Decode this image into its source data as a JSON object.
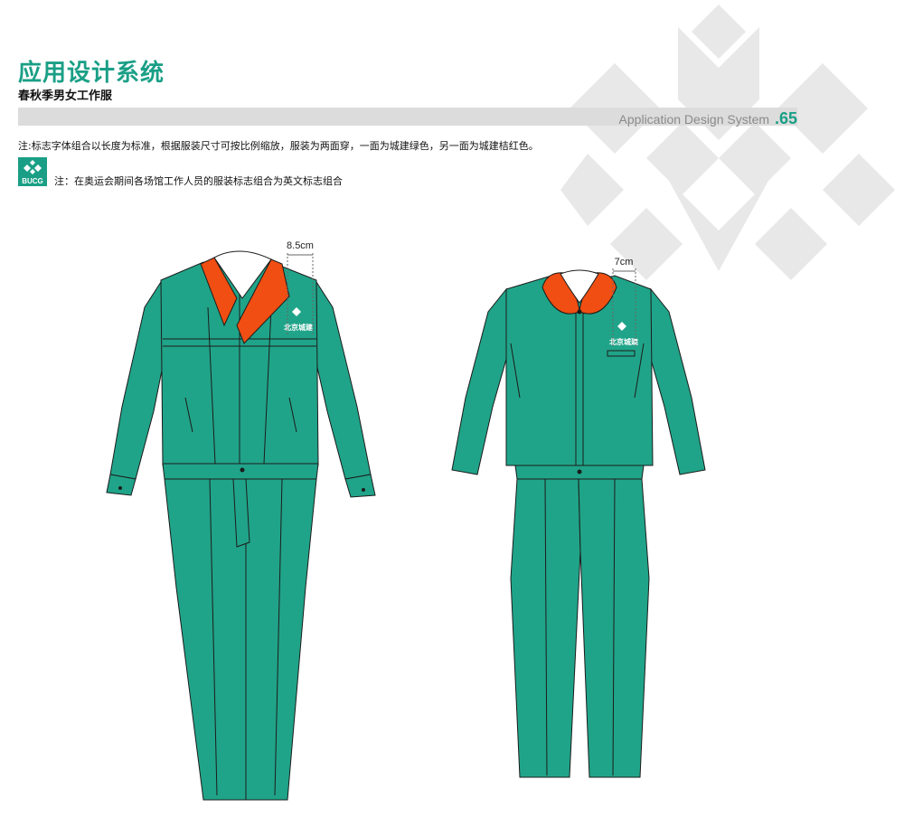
{
  "header": {
    "title": "应用设计系统",
    "subtitle": "春秋季男女工作服",
    "section_label": "Application Design System",
    "page_number": ".65"
  },
  "notes": {
    "note1": "注:标志字体组合以长度为标准，根据服装尺寸可按比例缩放，服装为两面穿，一面为城建绿色，另一面为城建桔红色。",
    "note2": "注：在奥运会期间各场馆工作人员的服装标志组合为英文标志组合"
  },
  "logo": {
    "text": "BUCG"
  },
  "garments": {
    "left": {
      "dimension": "8.5cm",
      "badge": "北京城建"
    },
    "right": {
      "dimension": "7cm",
      "badge": "北京城建"
    }
  },
  "colors": {
    "brand_green": "#1a9f86",
    "garment_green": "#20a489",
    "collar_orange": "#f04e12",
    "watermark_gray": "#e8e8e8"
  }
}
